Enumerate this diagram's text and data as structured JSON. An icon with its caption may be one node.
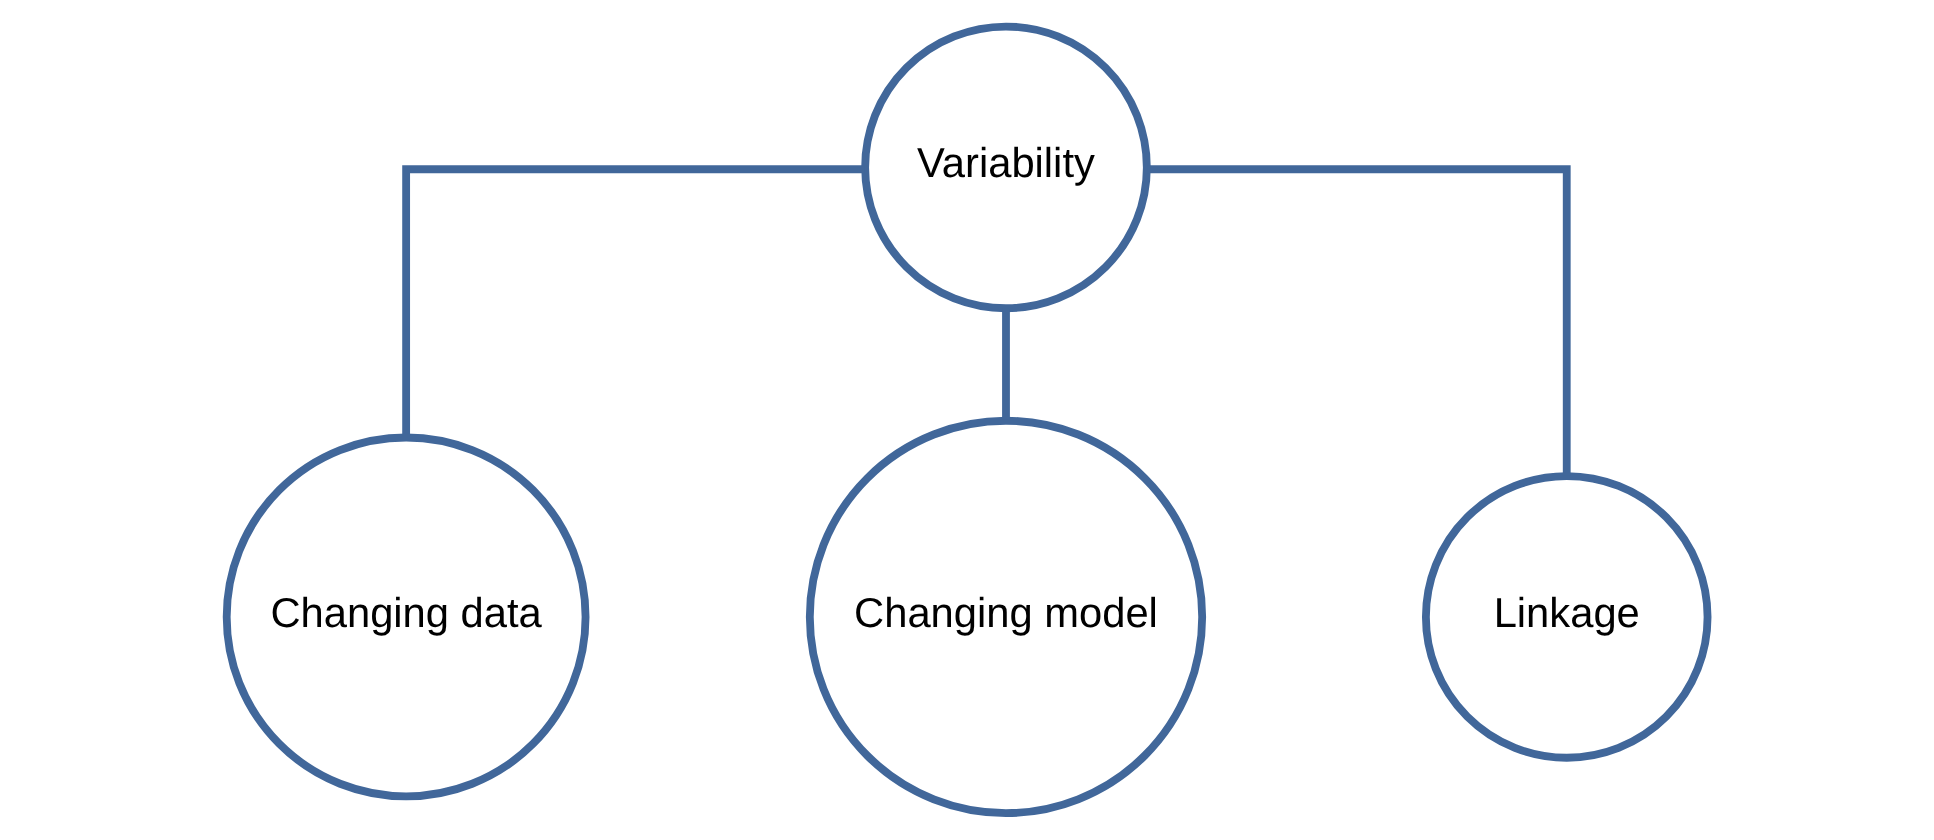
{
  "diagram": {
    "nodes": [
      {
        "text": [
          "Variability"
        ]
      },
      {
        "text": [
          "Changing data"
        ]
      },
      {
        "text": [
          "Changing model"
        ]
      },
      {
        "text": [
          "Linkage"
        ]
      }
    ],
    "edges": [
      {
        "from": 0,
        "to": 1,
        "arrow": "none"
      },
      {
        "from": 0,
        "to": 2,
        "arrow": "none"
      },
      {
        "from": 0,
        "to": 3,
        "arrow": "none"
      }
    ]
  }
}
